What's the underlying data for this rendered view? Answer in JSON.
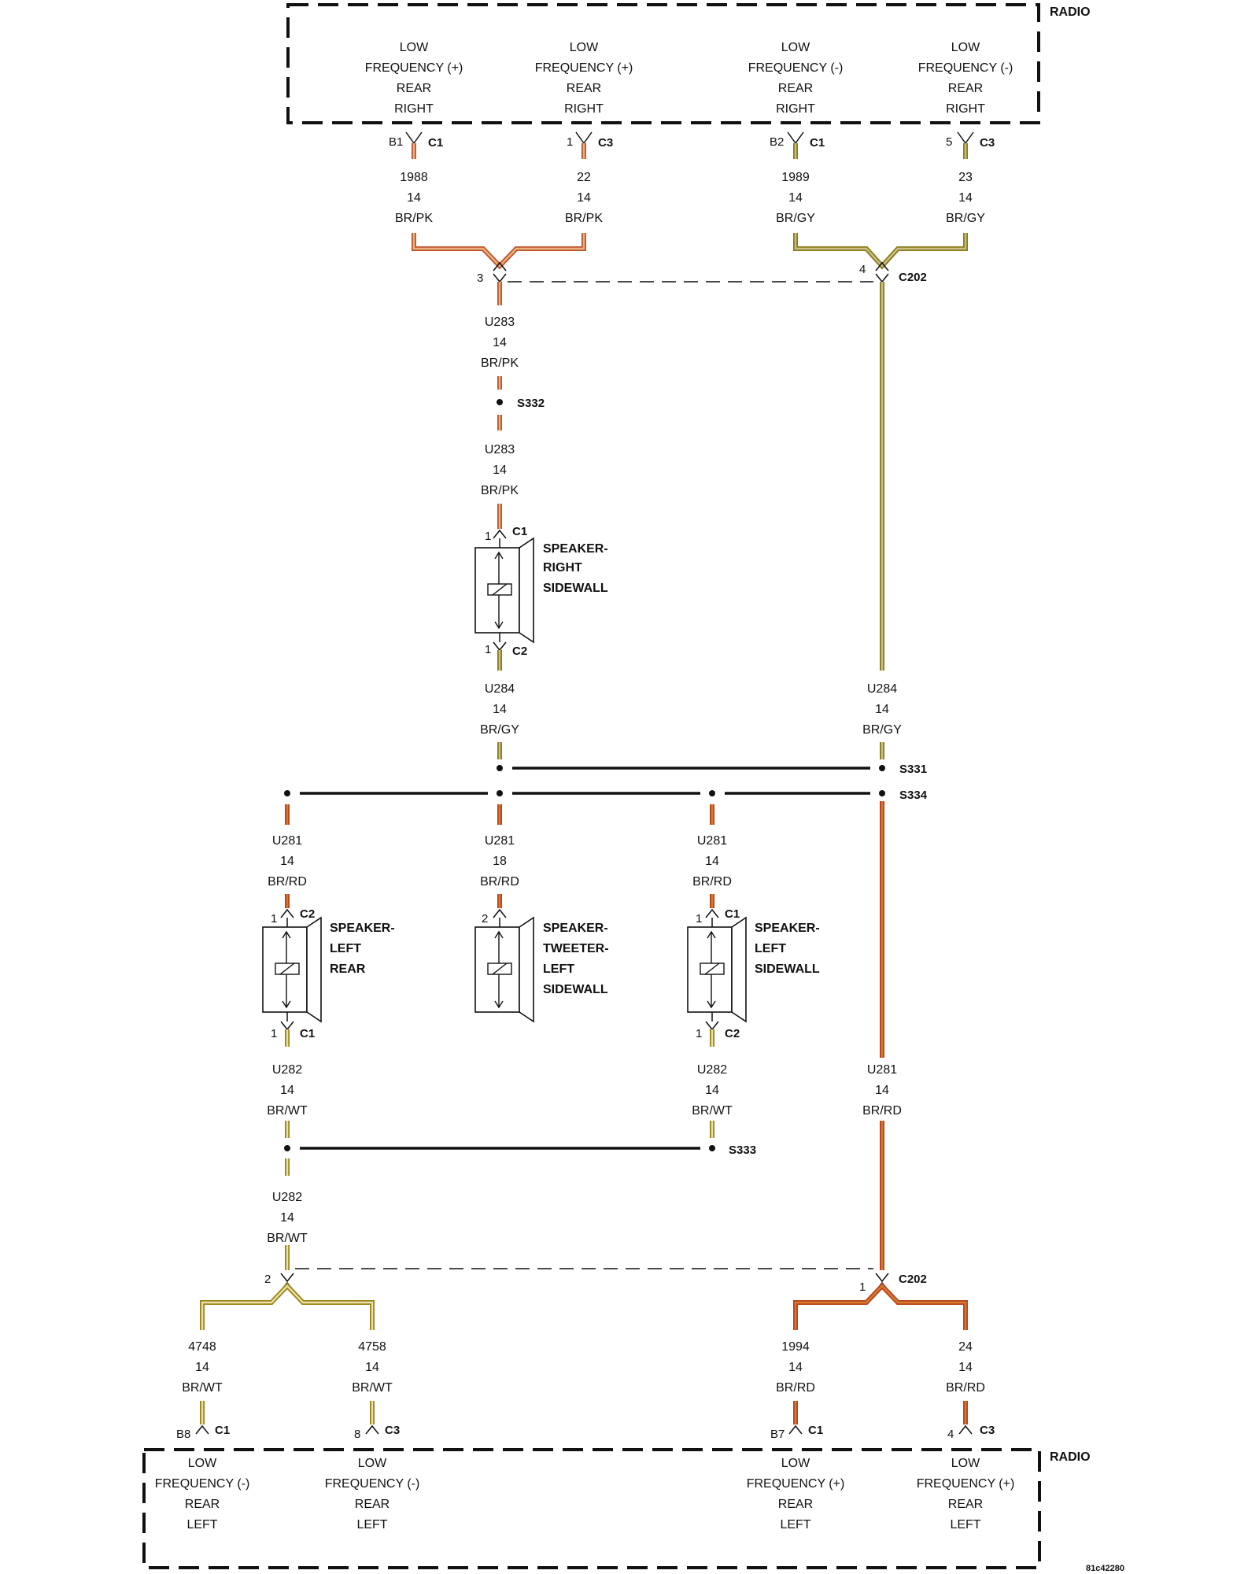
{
  "top_radio": {
    "title": "RADIO",
    "terminals": [
      {
        "lines": [
          "LOW",
          "FREQUENCY (+)",
          "REAR",
          "RIGHT"
        ],
        "pin": "B1",
        "connector": "C1",
        "circuit": "1988",
        "gauge": "14",
        "color": "BR/PK"
      },
      {
        "lines": [
          "LOW",
          "FREQUENCY (+)",
          "REAR",
          "RIGHT"
        ],
        "pin": "1",
        "connector": "C3",
        "circuit": "22",
        "gauge": "14",
        "color": "BR/PK"
      },
      {
        "lines": [
          "LOW",
          "FREQUENCY (-)",
          "REAR",
          "RIGHT"
        ],
        "pin": "B2",
        "connector": "C1",
        "circuit": "1989",
        "gauge": "14",
        "color": "BR/GY"
      },
      {
        "lines": [
          "LOW",
          "FREQUENCY (-)",
          "REAR",
          "RIGHT"
        ],
        "pin": "5",
        "connector": "C3",
        "circuit": "23",
        "gauge": "14",
        "color": "BR/GY"
      }
    ]
  },
  "bottom_radio": {
    "title": "RADIO",
    "terminals": [
      {
        "lines": [
          "LOW",
          "FREQUENCY (-)",
          "REAR",
          "LEFT"
        ],
        "pin": "B8",
        "connector": "C1",
        "circuit": "4748",
        "gauge": "14",
        "color": "BR/WT"
      },
      {
        "lines": [
          "LOW",
          "FREQUENCY (-)",
          "REAR",
          "LEFT"
        ],
        "pin": "8",
        "connector": "C3",
        "circuit": "4758",
        "gauge": "14",
        "color": "BR/WT"
      },
      {
        "lines": [
          "LOW",
          "FREQUENCY (+)",
          "REAR",
          "LEFT"
        ],
        "pin": "B7",
        "connector": "C1",
        "circuit": "1994",
        "gauge": "14",
        "color": "BR/RD"
      },
      {
        "lines": [
          "LOW",
          "FREQUENCY (+)",
          "REAR",
          "LEFT"
        ],
        "pin": "4",
        "connector": "C3",
        "circuit": "24",
        "gauge": "14",
        "color": "BR/RD"
      }
    ]
  },
  "connectors": {
    "c202_top": {
      "name": "C202",
      "pin_a": "3",
      "pin_b": "4"
    },
    "c202_bottom": {
      "name": "C202",
      "pin_a": "2",
      "pin_b": "1"
    }
  },
  "splices": {
    "s332": "S332",
    "s331": "S331",
    "s334": "S334",
    "s333": "S333"
  },
  "wires": {
    "u283_a": {
      "circuit": "U283",
      "gauge": "14",
      "color": "BR/PK"
    },
    "u283_b": {
      "circuit": "U283",
      "gauge": "14",
      "color": "BR/PK"
    },
    "u284_left": {
      "circuit": "U284",
      "gauge": "14",
      "color": "BR/GY"
    },
    "u284_right": {
      "circuit": "U284",
      "gauge": "14",
      "color": "BR/GY"
    },
    "u281_rear": {
      "circuit": "U281",
      "gauge": "14",
      "color": "BR/RD"
    },
    "u281_tweeter": {
      "circuit": "U281",
      "gauge": "18",
      "color": "BR/RD"
    },
    "u281_sidewall": {
      "circuit": "U281",
      "gauge": "14",
      "color": "BR/RD"
    },
    "u281_right": {
      "circuit": "U281",
      "gauge": "14",
      "color": "BR/RD"
    },
    "u282_rear": {
      "circuit": "U282",
      "gauge": "14",
      "color": "BR/WT"
    },
    "u282_sidewall": {
      "circuit": "U282",
      "gauge": "14",
      "color": "BR/WT"
    },
    "u282_low": {
      "circuit": "U282",
      "gauge": "14",
      "color": "BR/WT"
    }
  },
  "speakers": {
    "right_sidewall": {
      "lines": [
        "SPEAKER-",
        "RIGHT",
        "SIDEWALL"
      ],
      "top_pin": "1",
      "top_conn": "C1",
      "bottom_pin": "1",
      "bottom_conn": "C2"
    },
    "left_rear": {
      "lines": [
        "SPEAKER-",
        "LEFT",
        "REAR"
      ],
      "top_pin": "1",
      "top_conn": "C2",
      "bottom_pin": "1",
      "bottom_conn": "C1"
    },
    "tweeter_left_sidewall": {
      "lines": [
        "SPEAKER-",
        "TWEETER-",
        "LEFT",
        "SIDEWALL"
      ],
      "top_pin": "2"
    },
    "left_sidewall": {
      "lines": [
        "SPEAKER-",
        "LEFT",
        "SIDEWALL"
      ],
      "top_pin": "1",
      "top_conn": "C1",
      "bottom_pin": "1",
      "bottom_conn": "C2"
    }
  },
  "colors": {
    "br_pk_outer": "#c0522a",
    "br_pk_inner": "#e7b27d",
    "br_gy_outer": "#8a7a1a",
    "br_gy_inner": "#c9bf86",
    "br_rd_outer": "#b8431a",
    "br_rd_inner": "#d77a2e",
    "br_wt_outer": "#9a8413",
    "br_wt_inner": "#e8e0b0"
  },
  "diagram_id": "81c42280"
}
